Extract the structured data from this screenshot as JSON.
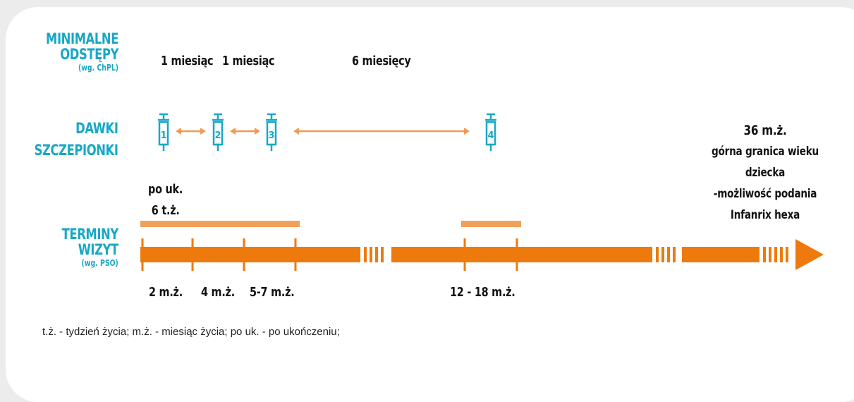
{
  "labels": {
    "intervals_line1": "MINIMALNE",
    "intervals_line2": "ODSTĘPY",
    "intervals_sub": "(wg. ChPL)",
    "doses_line1": "DAWKI",
    "doses_line2": "SZCZEPIONKI",
    "visits_line1": "TERMINY",
    "visits_line2": "WIZYT",
    "visits_sub": "(wg. PSO)"
  },
  "intervals": [
    "1 miesiąc",
    "1 miesiąc",
    "6 miesięcy"
  ],
  "doses": [
    "1",
    "2",
    "3",
    "4"
  ],
  "start_note": {
    "line1": "po uk.",
    "line2": "6 t.ż."
  },
  "visits": [
    "2 m.ż.",
    "4 m.ż.",
    "5-7 m.ż.",
    "12 - 18 m.ż."
  ],
  "age_limit": {
    "line1": "36 m.ż.",
    "line2": "górna granica wieku",
    "line3": "dziecka",
    "line4": "-możliwość podania",
    "line5": "Infanrix hexa"
  },
  "footnote": "t.ż. - tydzień życia; m.ż. - miesiąc życia; po uk. - po ukończeniu;",
  "colors": {
    "accent": "#17a8c6",
    "timeline": "#ee7a0e",
    "range_bar": "#f0a058",
    "arrow": "#f29a52"
  }
}
